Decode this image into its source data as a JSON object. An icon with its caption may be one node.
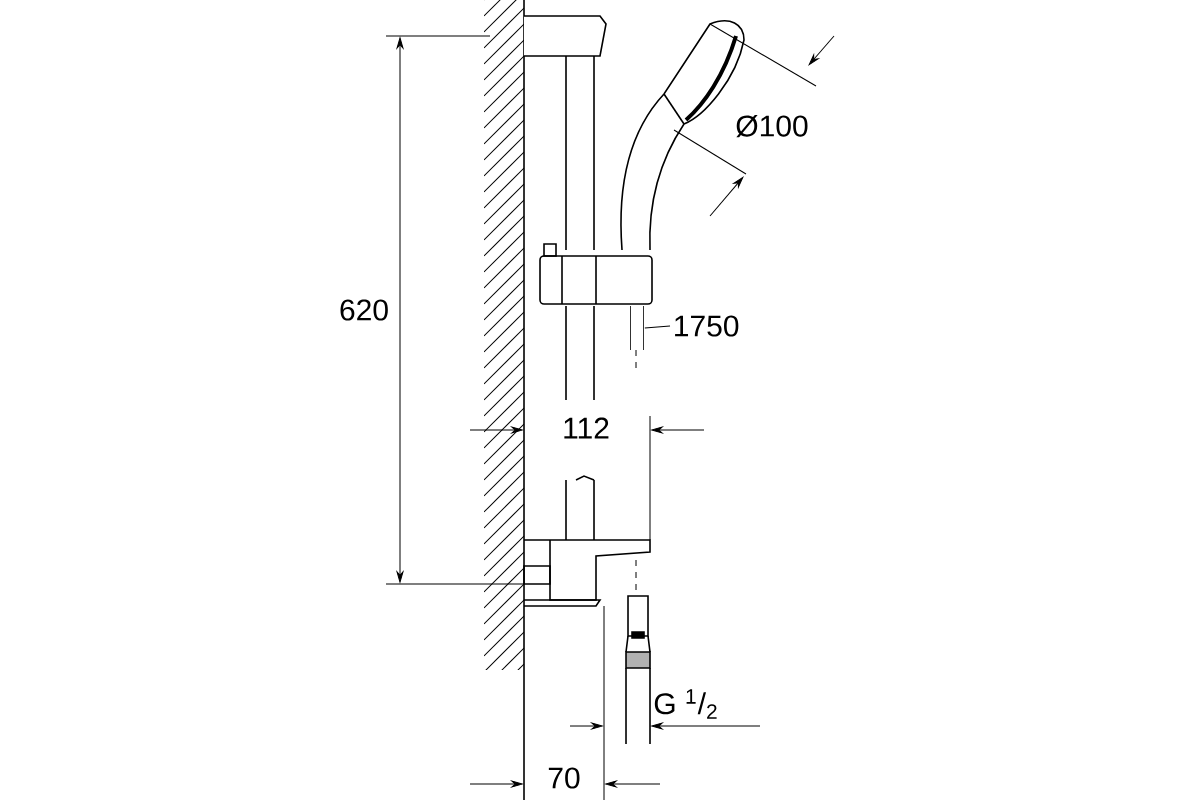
{
  "diagram": {
    "nodes": [
      {
        "text": [
          "1750"
        ]
      },
      {
        "text": [],
        "shape": "picture"
      }
    ],
    "edges": [
      {
        "from": 0,
        "to": 1,
        "arrow": "none"
      }
    ],
    "labels": [
      "620",
      "Ø100",
      "112",
      "G $^{1}$/$_{2}$",
      "70"
    ]
  }
}
